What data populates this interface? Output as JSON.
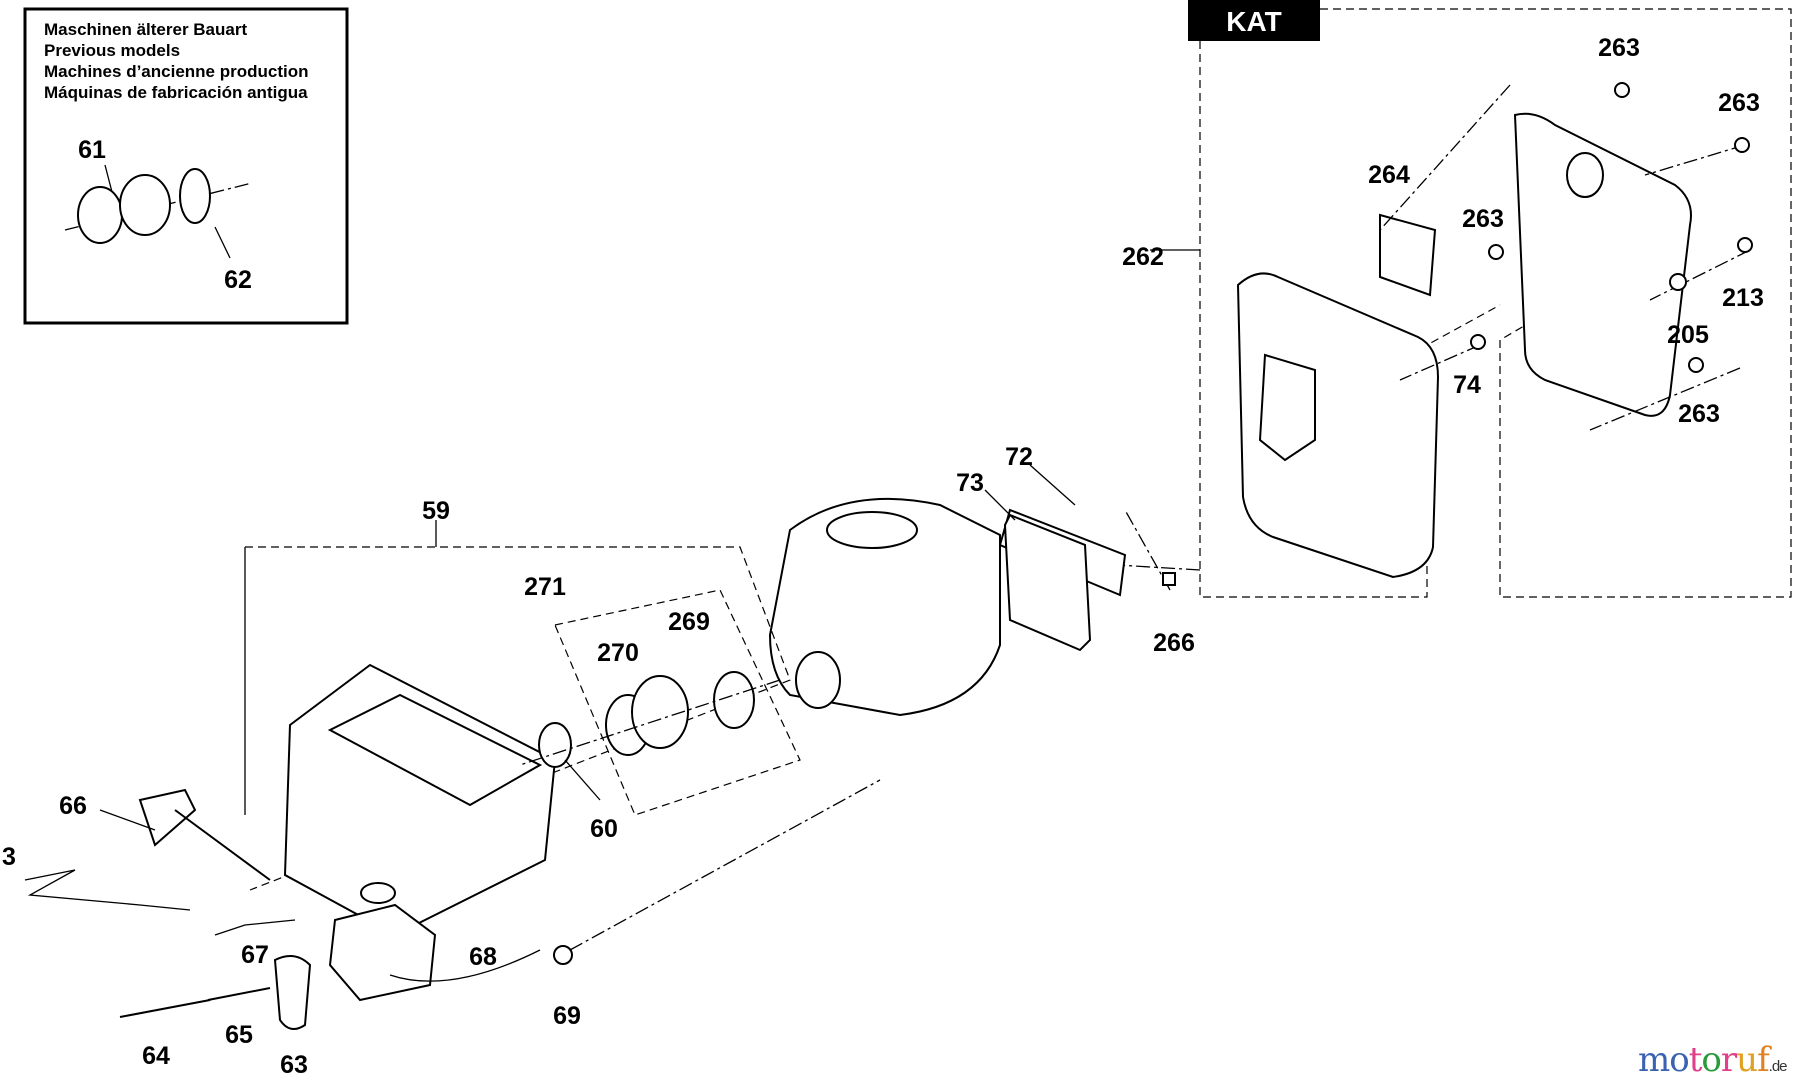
{
  "inset": {
    "lines": [
      "Maschinen älterer Bauart",
      "Previous models",
      "Machines d’ancienne production",
      "Máquinas de fabricación antigua"
    ],
    "labels": [
      "61",
      "62"
    ]
  },
  "kat_label": "KAT",
  "labels": {
    "p263a": "263",
    "p263b": "263",
    "p264": "264",
    "p263c": "263",
    "p262": "262",
    "p213": "213",
    "p205": "205",
    "p74": "74",
    "p263d": "263",
    "p72": "72",
    "p73": "73",
    "p59": "59",
    "p271": "271",
    "p269": "269",
    "p270": "270",
    "p266": "266",
    "p66": "66",
    "p3": "3",
    "p60": "60",
    "p67": "67",
    "p68": "68",
    "p69": "69",
    "p64": "64",
    "p65": "65",
    "p63": "63"
  },
  "watermark": {
    "main": "motoruf",
    "suffix": ".de",
    "letter_colors": [
      "#3a62b0",
      "#3a62b0",
      "#e0408a",
      "#2a9a3a",
      "#e0408a",
      "#e0a020",
      "#e08020"
    ]
  }
}
